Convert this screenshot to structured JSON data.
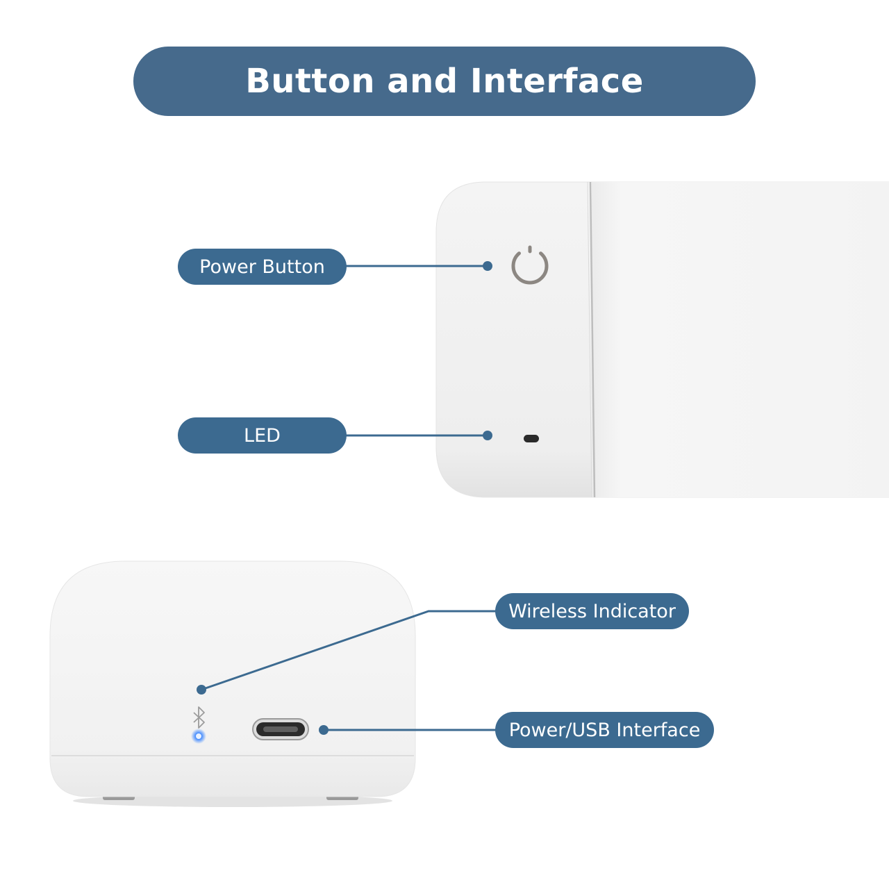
{
  "title": "Button and Interface",
  "labels": {
    "power_button": "Power Button",
    "led": "LED",
    "wireless_indicator": "Wireless Indicator",
    "power_usb_interface": "Power/USB Interface"
  },
  "colors": {
    "accent": "#466a8c",
    "label_fill": "#3c6a90",
    "leader_line": "#3c6a90",
    "device_body": "#f0f0f0",
    "wireless_led": "#2f7bff"
  },
  "icons": {
    "power": "power-icon",
    "bluetooth": "bluetooth-icon",
    "usb_c": "usb-c-port-icon"
  }
}
